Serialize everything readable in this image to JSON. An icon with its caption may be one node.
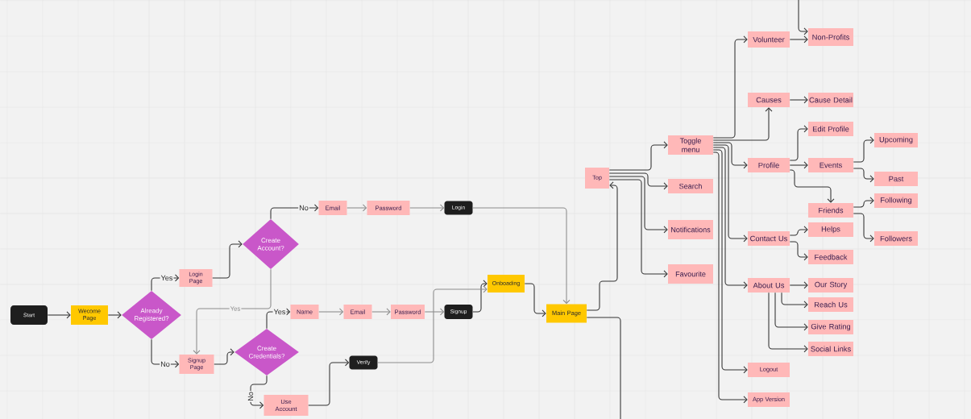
{
  "diagram": {
    "nodes": [
      {
        "text": [
          "Start"
        ]
      },
      {
        "text": [
          "Wecome Page"
        ]
      },
      {
        "text": [
          "Already Registered?"
        ]
      },
      {
        "text": [
          "Login Page"
        ]
      },
      {
        "text": [
          "Signup Page"
        ]
      },
      {
        "text": [
          "Create Account?"
        ]
      },
      {
        "text": [
          "Create Credentials?"
        ]
      },
      {
        "text": [
          "Email"
        ]
      },
      {
        "text": [
          "Password"
        ]
      },
      {
        "text": [
          "Login"
        ]
      },
      {
        "text": [
          "Name"
        ]
      },
      {
        "text": [
          "Email"
        ]
      },
      {
        "text": [
          "Password"
        ]
      },
      {
        "text": [
          "Signup"
        ]
      },
      {
        "text": [
          "Use Account"
        ]
      },
      {
        "text": [
          "Verify"
        ]
      },
      {
        "text": [
          "Onboading"
        ]
      },
      {
        "text": [
          "Main Page"
        ]
      },
      {
        "text": [
          "Top"
        ]
      },
      {
        "text": [
          "Toggle menu"
        ]
      },
      {
        "text": [
          "Search"
        ]
      },
      {
        "text": [
          "Notifications"
        ]
      },
      {
        "text": [
          "Favourite"
        ]
      },
      {
        "text": [
          "Volunteer"
        ]
      },
      {
        "text": [
          "Non-Profits"
        ]
      },
      {
        "text": [
          "Causes"
        ]
      },
      {
        "text": [
          "Cause Detail"
        ]
      },
      {
        "text": [
          "Profile"
        ]
      },
      {
        "text": [
          "Edit Profile"
        ]
      },
      {
        "text": [
          "Events"
        ]
      },
      {
        "text": [
          "Upcoming"
        ]
      },
      {
        "text": [
          "Past"
        ]
      },
      {
        "text": [
          "Friends"
        ]
      },
      {
        "text": [
          "Following"
        ]
      },
      {
        "text": [
          "Followers"
        ]
      },
      {
        "text": [
          "Contact Us"
        ]
      },
      {
        "text": [
          "Helps"
        ]
      },
      {
        "text": [
          "Feedback"
        ]
      },
      {
        "text": [
          "About Us"
        ]
      },
      {
        "text": [
          "Our Story"
        ]
      },
      {
        "text": [
          "Reach Us"
        ]
      },
      {
        "text": [
          "Give Rating"
        ]
      },
      {
        "text": [
          "Social Links"
        ]
      },
      {
        "text": [
          "Logout"
        ]
      },
      {
        "text": [
          "App Version"
        ]
      }
    ],
    "edges": [
      {
        "from": 0,
        "to": 1,
        "arrow": "to"
      },
      {
        "from": 1,
        "to": 2,
        "arrow": "to"
      },
      {
        "from": 2,
        "to": 3,
        "arrow": "to",
        "label": "Yes"
      },
      {
        "from": 2,
        "to": 4,
        "arrow": "to",
        "label": "No"
      },
      {
        "from": 3,
        "to": 5,
        "arrow": "to"
      },
      {
        "from": 5,
        "to": 7,
        "arrow": "to",
        "label": "No"
      },
      {
        "from": 5,
        "to": 4,
        "arrow": "to",
        "label": "Yes",
        "color": "#8c8c8c"
      },
      {
        "from": 4,
        "to": 6,
        "arrow": "to"
      },
      {
        "from": 6,
        "to": 10,
        "arrow": "to",
        "label": "Yes"
      },
      {
        "from": 6,
        "to": 14,
        "arrow": "to",
        "label": "No"
      },
      {
        "from": 7,
        "to": 8,
        "arrow": "to",
        "color": "#8c8c8c"
      },
      {
        "from": 8,
        "to": 9,
        "arrow": "to",
        "color": "#8c8c8c"
      },
      {
        "from": 9,
        "to": 17,
        "arrow": "to",
        "color": "#8c8c8c"
      },
      {
        "from": 10,
        "to": 11,
        "arrow": "to",
        "color": "#8c8c8c"
      },
      {
        "from": 11,
        "to": 12,
        "arrow": "to",
        "color": "#8c8c8c"
      },
      {
        "from": 12,
        "to": 13,
        "arrow": "to",
        "color": "#8c8c8c"
      },
      {
        "from": 13,
        "to": 16,
        "arrow": "to"
      },
      {
        "from": 14,
        "to": 15,
        "arrow": "to"
      },
      {
        "from": 15,
        "to": 16,
        "arrow": "to",
        "color": "#8c8c8c"
      },
      {
        "from": 16,
        "to": 17,
        "arrow": "to"
      },
      {
        "from": 17,
        "to": 18,
        "arrow": "to"
      },
      {
        "from": 17,
        "to": null,
        "arrow": "none"
      },
      {
        "from": 18,
        "to": 19,
        "arrow": "to"
      },
      {
        "from": 18,
        "to": 20,
        "arrow": "to"
      },
      {
        "from": 18,
        "to": 21,
        "arrow": "to"
      },
      {
        "from": 18,
        "to": 22,
        "arrow": "to"
      },
      {
        "from": 19,
        "to": 23,
        "arrow": "to"
      },
      {
        "from": 19,
        "to": 25,
        "arrow": "to"
      },
      {
        "from": 19,
        "to": 27,
        "arrow": "to"
      },
      {
        "from": 19,
        "to": 35,
        "arrow": "to"
      },
      {
        "from": 19,
        "to": 38,
        "arrow": "to"
      },
      {
        "from": 19,
        "to": 43,
        "arrow": "to"
      },
      {
        "from": 19,
        "to": 44,
        "arrow": "to"
      },
      {
        "from": null,
        "to": 24,
        "arrow": "to"
      },
      {
        "from": 23,
        "to": 24,
        "arrow": "to"
      },
      {
        "from": 25,
        "to": 26,
        "arrow": "to"
      },
      {
        "from": 27,
        "to": 28,
        "arrow": "to"
      },
      {
        "from": 27,
        "to": 29,
        "arrow": "to"
      },
      {
        "from": 27,
        "to": 32,
        "arrow": "to"
      },
      {
        "from": 29,
        "to": 30,
        "arrow": "to"
      },
      {
        "from": 29,
        "to": 31,
        "arrow": "to"
      },
      {
        "from": 32,
        "to": 33,
        "arrow": "to"
      },
      {
        "from": 32,
        "to": 34,
        "arrow": "to"
      },
      {
        "from": 35,
        "to": 36,
        "arrow": "to"
      },
      {
        "from": 35,
        "to": 37,
        "arrow": "to"
      },
      {
        "from": 38,
        "to": 39,
        "arrow": "to"
      },
      {
        "from": 38,
        "to": 40,
        "arrow": "to"
      },
      {
        "from": 38,
        "to": 41,
        "arrow": "to"
      },
      {
        "from": 38,
        "to": 42,
        "arrow": "to"
      }
    ]
  }
}
